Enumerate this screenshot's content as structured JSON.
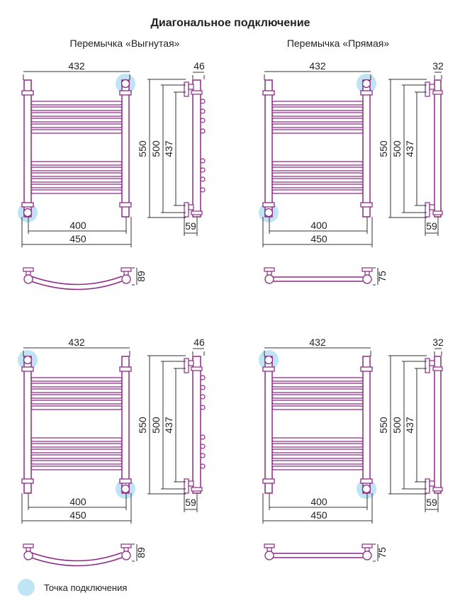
{
  "title": "Диагональное подключение",
  "columns": [
    {
      "subtitle": "Перемычка «Выгнутая»"
    },
    {
      "subtitle": "Перемычка «Прямая»"
    }
  ],
  "quadrants": [
    {
      "variant": "curved",
      "connections": [
        "top-right",
        "bottom-left"
      ],
      "dims": {
        "width_top": "432",
        "depth": "46",
        "height": "550",
        "center": "500",
        "inner": "437",
        "axis": "400",
        "width_bottom": "450",
        "offset": "59",
        "top_view": "89"
      }
    },
    {
      "variant": "straight",
      "connections": [
        "top-right",
        "bottom-left"
      ],
      "dims": {
        "width_top": "432",
        "depth": "32",
        "height": "550",
        "center": "500",
        "inner": "437",
        "axis": "400",
        "width_bottom": "450",
        "offset": "59",
        "top_view": "75"
      }
    },
    {
      "variant": "curved",
      "connections": [
        "top-left",
        "bottom-right"
      ],
      "dims": {
        "width_top": "432",
        "depth": "46",
        "height": "550",
        "center": "500",
        "inner": "437",
        "axis": "400",
        "width_bottom": "450",
        "offset": "59",
        "top_view": "89"
      }
    },
    {
      "variant": "straight",
      "connections": [
        "top-left",
        "bottom-right"
      ],
      "dims": {
        "width_top": "432",
        "depth": "32",
        "height": "550",
        "center": "500",
        "inner": "437",
        "axis": "400",
        "width_bottom": "450",
        "offset": "59",
        "top_view": "75"
      }
    }
  ],
  "legend": {
    "label": "Точка подключения"
  },
  "colors": {
    "pipe": "#8e2a86",
    "connection": "#bfe4f4",
    "dimension": "#333333"
  }
}
